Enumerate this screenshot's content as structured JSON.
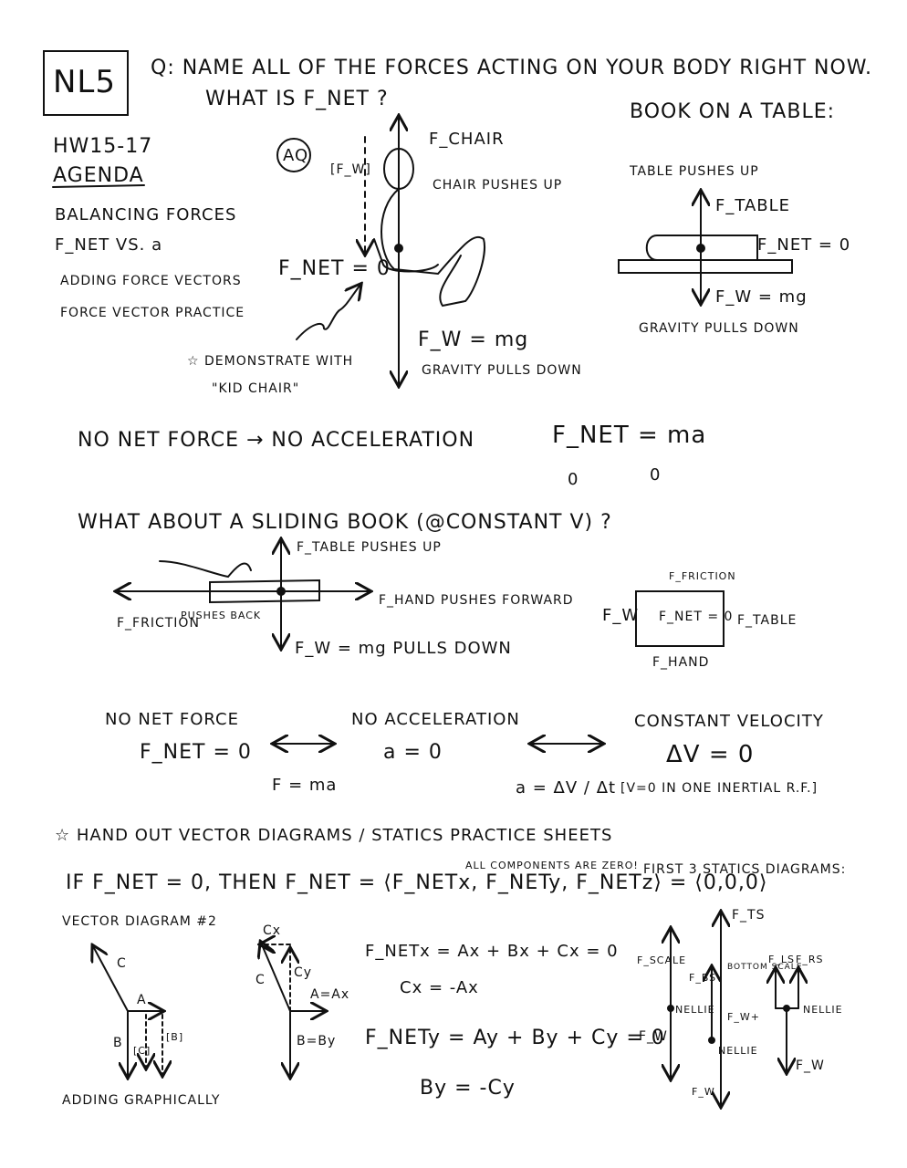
{
  "lesson_id": "NL5",
  "question_line1": "Q: NAME ALL OF THE FORCES ACTING ON YOUR BODY RIGHT NOW.",
  "question_line2": "WHAT IS F_NET ?",
  "book_heading": "BOOK ON A TABLE:",
  "homework": "HW15-17",
  "agenda_title": "AGENDA",
  "agenda_items": [
    "BALANCING FORCES",
    "F_NET VS. a",
    "ADDING FORCE VECTORS",
    "FORCE VECTOR PRACTICE"
  ],
  "aq_label": "AQ",
  "chair": {
    "f_chair": "F_CHAIR",
    "chair_pushes": "CHAIR PUSHES UP",
    "fw_bracket": "[F_W]",
    "fnet": "F_NET = 0",
    "fw_mg": "F_W = mg",
    "gravity": "GRAVITY PULLS DOWN",
    "demo1": "☆ DEMONSTRATE WITH",
    "demo2": "\"KID CHAIR\""
  },
  "table": {
    "pushes": "TABLE PUSHES UP",
    "f_table": "F_TABLE",
    "fnet": "F_NET = 0",
    "fw": "F_W = mg",
    "gravity": "GRAVITY PULLS DOWN"
  },
  "no_net_line": "NO NET FORCE → NO ACCELERATION",
  "fnet_ma": "F_NET = ma",
  "zero": "0",
  "sliding_heading": "WHAT ABOUT A SLIDING BOOK (@CONSTANT V) ?",
  "sliding": {
    "f_table": "F_TABLE PUSHES UP",
    "f_hand": "F_HAND PUSHES FORWARD",
    "f_friction": "F_FRICTION",
    "pushes_back": "PUSHES BACK",
    "fw": "F_W = mg PULLS DOWN"
  },
  "fbd": {
    "friction": "F_FRICTION",
    "fw": "F_W",
    "fnet": "F_NET = 0",
    "table": "F_TABLE",
    "hand": "F_HAND"
  },
  "equiv": {
    "no_net": "NO NET FORCE",
    "fnet0": "F_NET = 0",
    "no_acc": "NO ACCELERATION",
    "a0": "a = 0",
    "const_v": "CONSTANT VELOCITY",
    "dv0": "ΔV = 0",
    "fma": "F = ma",
    "a_dv_dt": "a = ΔV / Δt",
    "bracket": "[V=0 IN ONE INERTIAL R.F.]"
  },
  "handout": "☆ HAND OUT VECTOR DIAGRAMS / STATICS PRACTICE SHEETS",
  "if_line": "IF F_NET = 0, THEN F_NET = ⟨F_NETx, F_NETy, F_NETz⟩ = ⟨0,0,0⟩",
  "all_zero": "ALL COMPONENTS ARE ZERO!",
  "first3": "FIRST 3 STATICS DIAGRAMS:",
  "vector_diag": "VECTOR DIAGRAM #2",
  "adding": "ADDING GRAPHICALLY",
  "vd_labels": {
    "c": "C",
    "a": "A",
    "b": "B",
    "c_br": "[C]",
    "b_br": "[B]",
    "cx": "Cx",
    "cy": "Cy",
    "c2": "C",
    "a_ax": "A=Ax",
    "b_by": "B=By"
  },
  "eqs": {
    "x1": "F_NETx = Ax + Bx + Cx = 0",
    "x2": "Cx = -Ax",
    "y1": "F_NETy = Ay + By + Cy = 0",
    "y2": "By = -Cy"
  },
  "statics": {
    "fscale": "F_SCALE",
    "nellie": "NELLIE",
    "fw": "F_W",
    "fts": "F_TS",
    "fbs": "F_BS",
    "bottom_scale": "BOTTOM SCALE",
    "fwplus": "F_W+",
    "fls": "F_LS",
    "frs": "F_RS"
  }
}
